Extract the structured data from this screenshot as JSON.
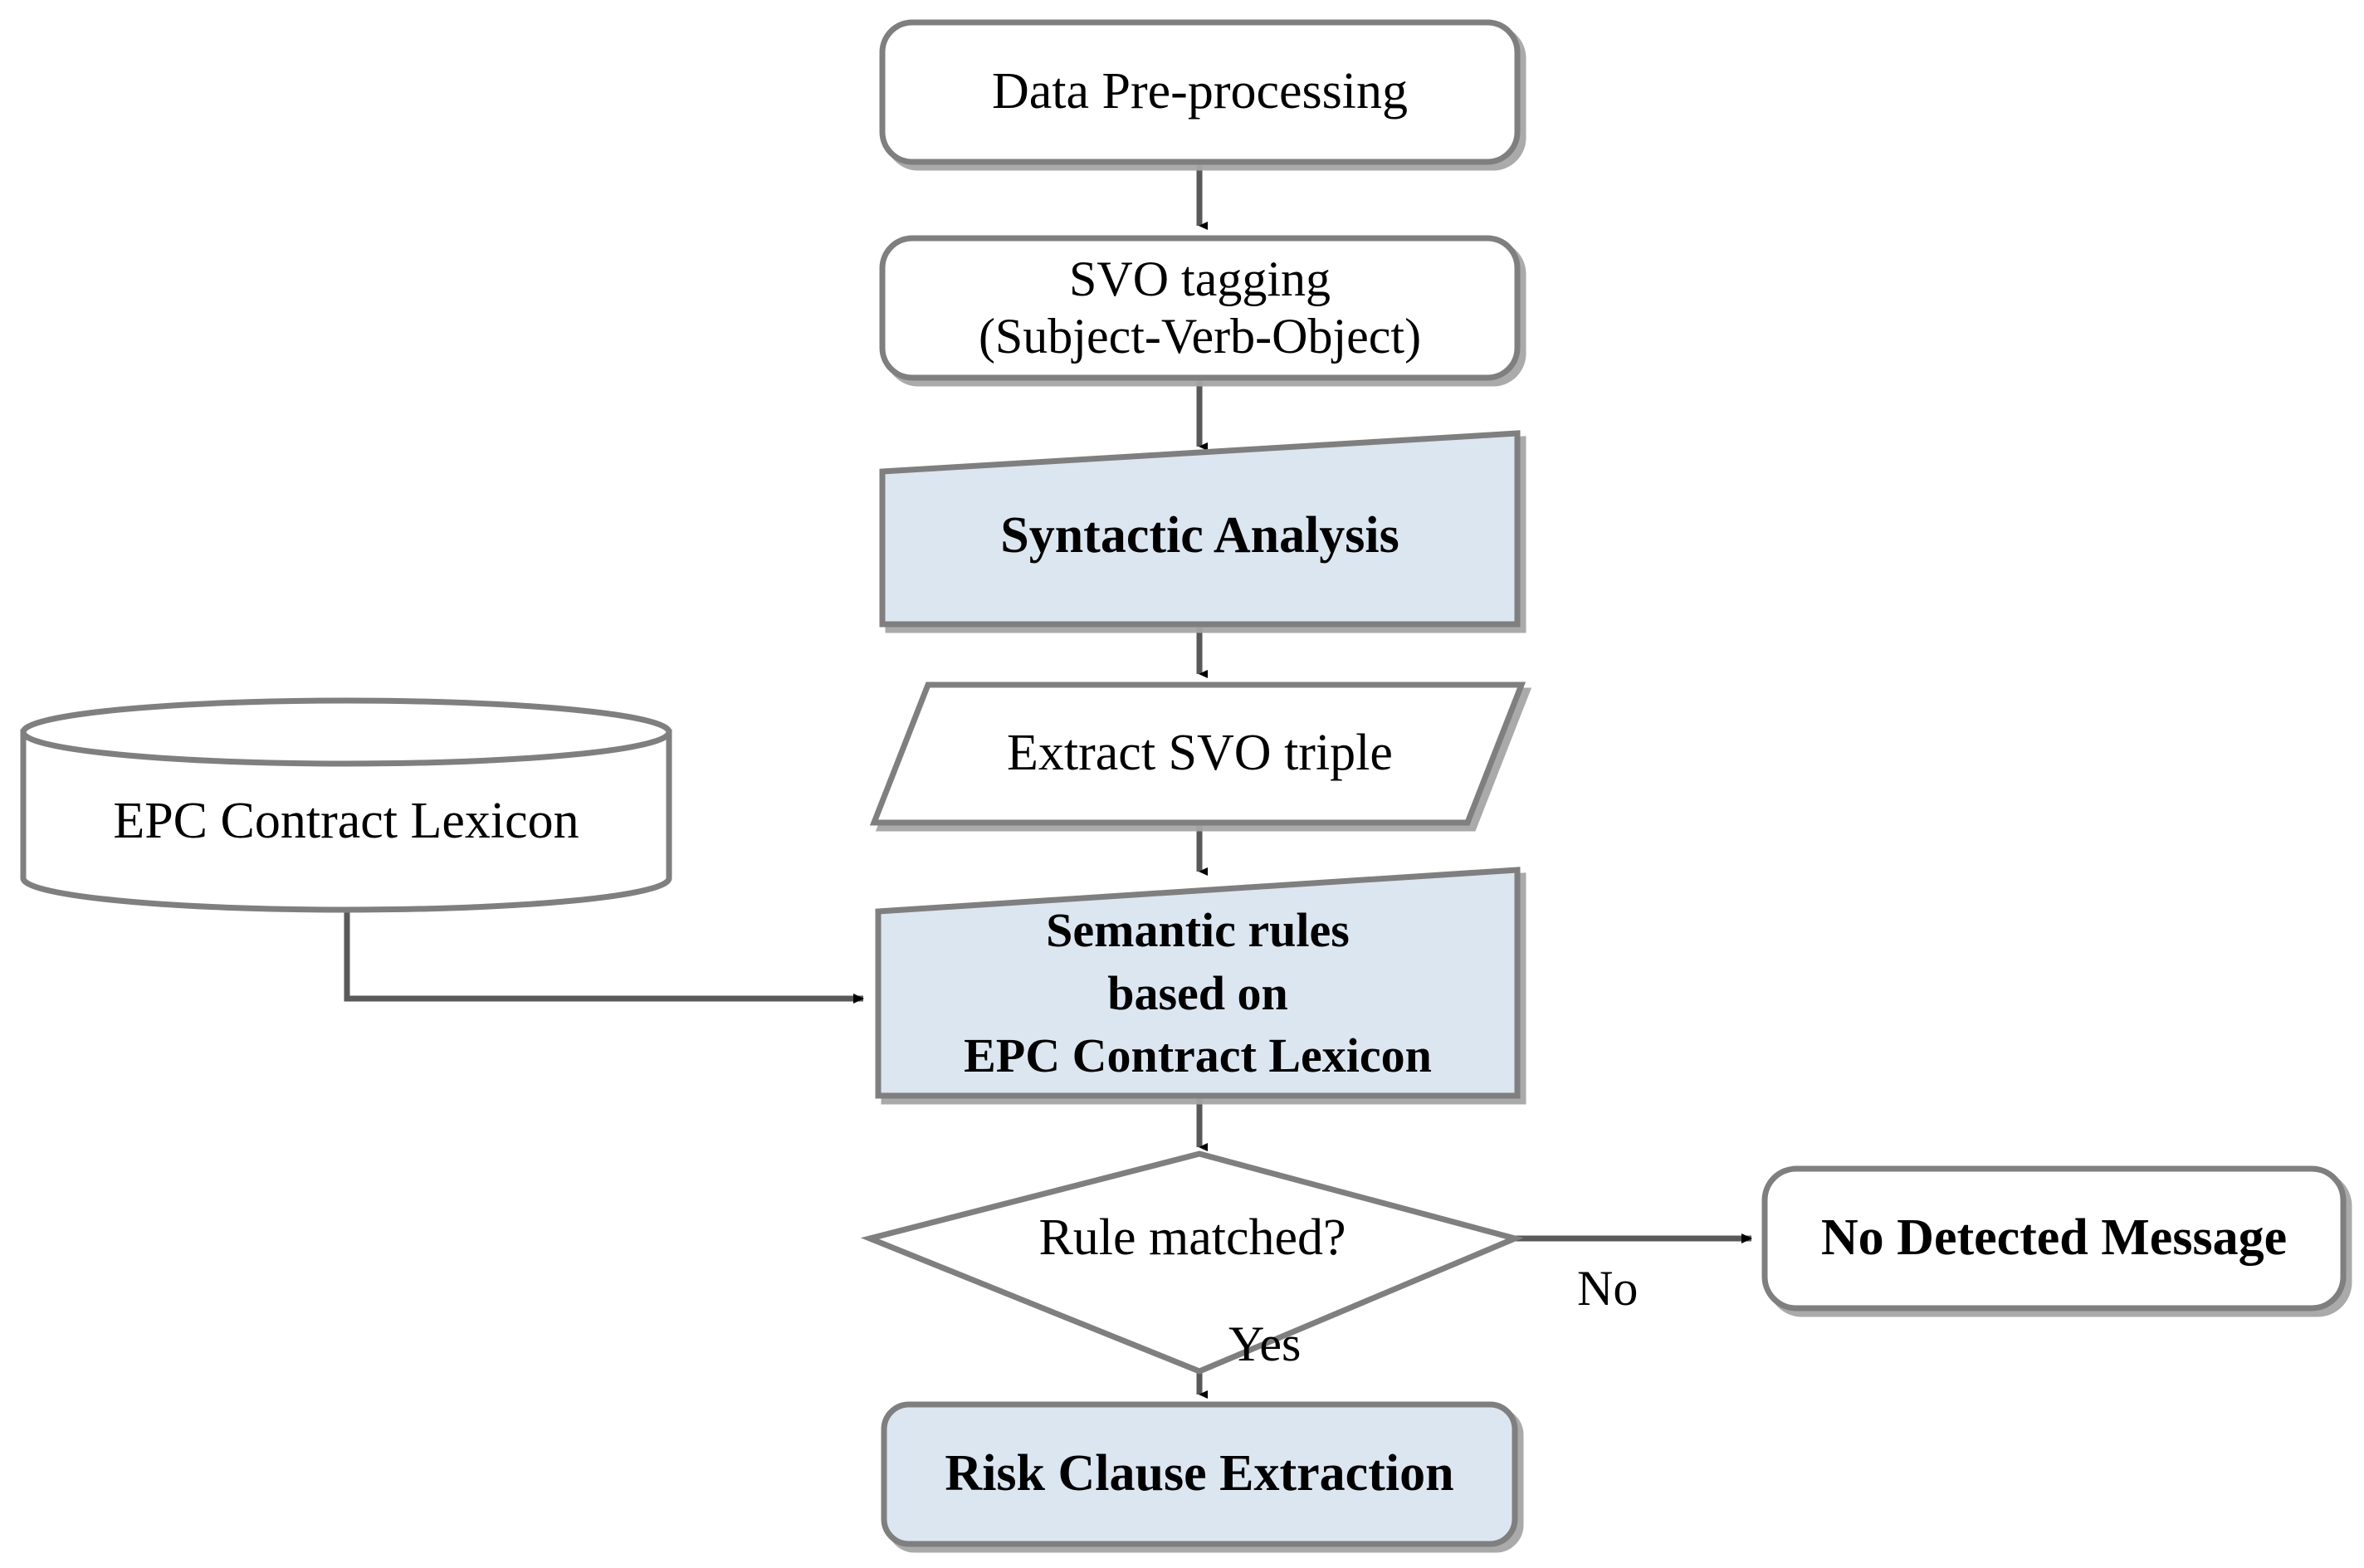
{
  "diagram": {
    "title": "Risk Clause Extraction Flowchart",
    "colors": {
      "fill_highlight": "#dce6f1",
      "fill_plain": "#ffffff",
      "stroke": "#7f7f7f",
      "arrow": "#595959",
      "text": "#000000",
      "background": "#ffffff"
    }
  },
  "nodes": {
    "data_preprocessing": {
      "label": "Data Pre-processing",
      "shape": "rounded-rectangle",
      "fill": "#ffffff",
      "bold": false
    },
    "svo_tagging": {
      "label": "SVO tagging\n(Subject-Verb-Object)",
      "shape": "rounded-rectangle",
      "fill": "#ffffff",
      "bold": false
    },
    "syntactic_analysis": {
      "label": "Syntactic Analysis",
      "shape": "trapezoid",
      "fill": "#dce6f1",
      "bold": true
    },
    "extract_svo_triple": {
      "label": "Extract SVO triple",
      "shape": "parallelogram",
      "fill": "#ffffff",
      "bold": false
    },
    "semantic_rules": {
      "label": "Semantic  rules\nbased on\nEPC Contract Lexicon",
      "shape": "trapezoid",
      "fill": "#dce6f1",
      "bold": true
    },
    "rule_matched": {
      "label": "Rule matched?",
      "shape": "diamond",
      "fill": "#ffffff",
      "bold": false
    },
    "no_detected_message": {
      "label": "No Detected Message",
      "shape": "rounded-rectangle",
      "fill": "#ffffff",
      "bold": true
    },
    "risk_clause_extraction": {
      "label": "Risk Clause Extraction",
      "shape": "rounded-rectangle",
      "fill": "#dce6f1",
      "bold": true
    },
    "epc_contract_lexicon": {
      "label": "EPC Contract Lexicon",
      "shape": "cylinder",
      "fill": "#ffffff",
      "bold": false
    }
  },
  "edges": {
    "preprocessing_to_tagging": {
      "label": "",
      "from": "data_preprocessing",
      "to": "svo_tagging"
    },
    "tagging_to_syntactic": {
      "label": "",
      "from": "svo_tagging",
      "to": "syntactic_analysis"
    },
    "syntactic_to_extract": {
      "label": "",
      "from": "syntactic_analysis",
      "to": "extract_svo_triple"
    },
    "extract_to_semantic": {
      "label": "",
      "from": "extract_svo_triple",
      "to": "semantic_rules"
    },
    "semantic_to_decision": {
      "label": "",
      "from": "semantic_rules",
      "to": "rule_matched"
    },
    "lexicon_to_semantic": {
      "label": "",
      "from": "epc_contract_lexicon",
      "to": "semantic_rules"
    },
    "decision_no": {
      "label": "No",
      "from": "rule_matched",
      "to": "no_detected_message"
    },
    "decision_yes": {
      "label": "Yes",
      "from": "rule_matched",
      "to": "risk_clause_extraction"
    }
  }
}
